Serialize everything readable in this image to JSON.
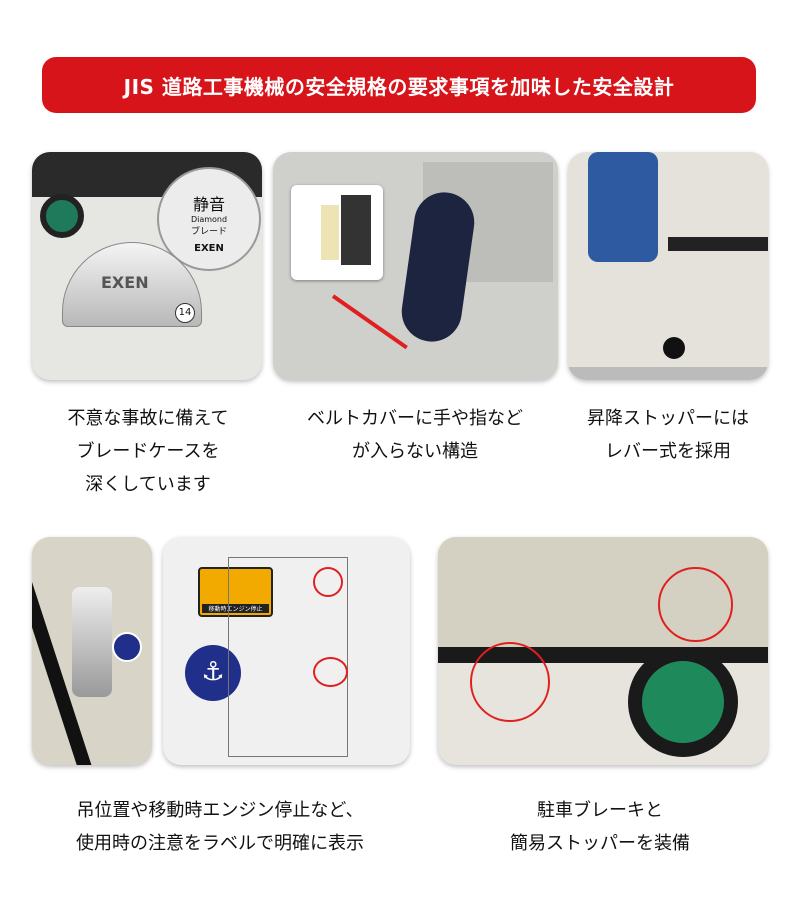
{
  "banner": {
    "title": "JIS 道路工事機械の安全規格の要求事項を加味した安全設計",
    "color": "#d7141a"
  },
  "features": [
    {
      "lines": [
        "不意な事故に備えて",
        "ブレードケースを",
        "深くしています"
      ],
      "photo_text": {
        "brand": "EXEN",
        "blade_name": "静音",
        "blade_sub": "Diamond",
        "blade_kana": "ブレード",
        "blade_brand": "EXEN",
        "size_badge": "14"
      }
    },
    {
      "lines": [
        "ベルトカバーに手や指など",
        "が入らない構造"
      ]
    },
    {
      "lines": [
        "昇降ストッパーには",
        "レバー式を採用"
      ]
    },
    {
      "lines": [
        "吊位置や移動時エンジン停止など、",
        "使用時の注意をラベルで明確に表示"
      ],
      "photo_text": {
        "label": "移動時エンジン停止"
      }
    },
    {
      "lines": [
        "駐車ブレーキと",
        "簡易ストッパーを装備"
      ]
    }
  ]
}
